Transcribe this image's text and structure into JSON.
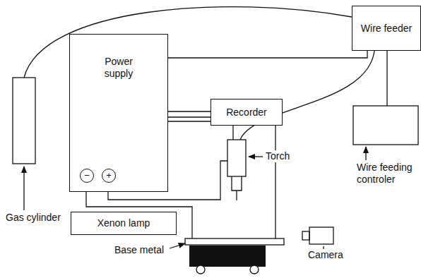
{
  "diagram": {
    "nodes": [
      {
        "text": [
          "Power supply"
        ]
      },
      {
        "text": [
          "−"
        ],
        "in": 0
      },
      {
        "text": [
          "+"
        ],
        "in": 0
      },
      {
        "text": [
          "Wire feeder"
        ]
      },
      {
        "text": [
          "Recorder"
        ]
      },
      {
        "text": [
          "Xenon lamp"
        ]
      }
    ],
    "edges": [
      {
        "from": 0,
        "to": 3,
        "arrow": "none"
      },
      {
        "from": 0,
        "to": 4,
        "arrow": "none"
      }
    ],
    "labels": [
      "Gas cylinder",
      "Wire feeding controler",
      "Torch",
      "Base metal",
      "Camera"
    ]
  }
}
